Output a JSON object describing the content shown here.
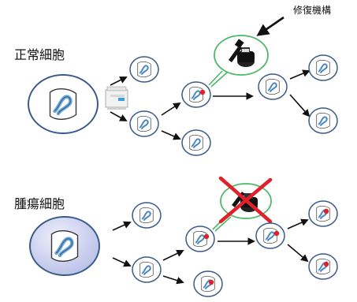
{
  "labels": {
    "normal_cell": "正常細胞",
    "tumor_cell": "腫瘍細胞",
    "repair_mechanism": "修復機構"
  },
  "colors": {
    "cell_outline": "#3a5a8a",
    "dna_blue": "#7fb0d8",
    "damage_red": "#e0202a",
    "bubble_green": "#4fb86a",
    "cross_red": "#e0202a",
    "tumor_fill": "#c9cfee",
    "arrow": "#111111"
  },
  "icons": {
    "repair_tool": "ink-bottle-pen-icon",
    "copier": "copier-icon"
  }
}
